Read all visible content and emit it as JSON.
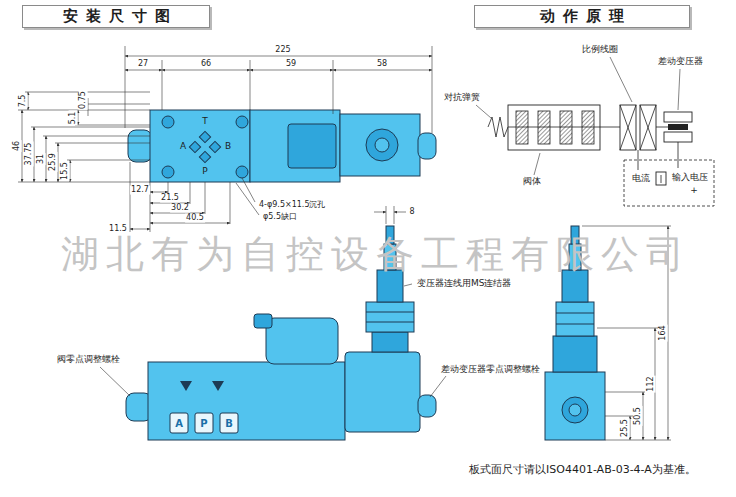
{
  "diagram": {
    "nodes": [
      {
        "text": [
          "安装尺寸图"
        ]
      },
      {
        "text": [
          "动作原理"
        ]
      }
    ],
    "labels": [
      "225",
      "27",
      "66",
      "59",
      "58",
      "7.5",
      "5.1",
      "0.75",
      "46",
      "37.75",
      "31",
      "25.9",
      "15.5",
      "T",
      "A",
      "B",
      "P",
      "12.7",
      "21.5",
      "30.2",
      "40.5",
      "11.5",
      "4-φ9.5×11.5沉孔",
      "φ5.5缺口",
      "比例线圈",
      "差动变压器",
      "对抗弹簧",
      "阀体",
      "电流",
      "输入电压",
      "+",
      "湖北有为自控设备工程有限公司",
      "8",
      "变压器连线用MS连结器",
      "阀零点调整螺栓",
      "差动变压器零点调整螺栓",
      "A",
      "P",
      "B",
      "164",
      "112",
      "50.5",
      "25.5",
      "板式面尺寸请以ISO4401-AB-03-4-A为基准。"
    ]
  }
}
